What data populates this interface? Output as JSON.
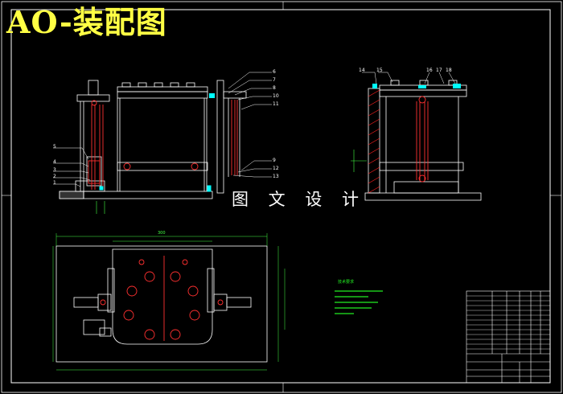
{
  "drawing": {
    "title": "AO-装配图",
    "watermark": "图 文 设 计"
  },
  "colors": {
    "background": "#000000",
    "frame": "#ffffff",
    "title": "#ffff44",
    "outline": "#ffffff",
    "part_red": "#ff3030",
    "dimension": "#44ff44",
    "hatch": "#ff2020",
    "annotation_cyan": "#00ffff"
  },
  "front_view": {
    "balloons_left": [
      "5",
      "4",
      "3",
      "2",
      "1"
    ],
    "balloons_right": [
      "6",
      "7",
      "8",
      "10",
      "11",
      "9",
      "12",
      "13"
    ]
  },
  "side_view": {
    "balloons_top": [
      "14",
      "15",
      "16",
      "17",
      "18"
    ]
  },
  "plan_view": {
    "overall_width": "300"
  },
  "technical_notes": {
    "heading": "技术要求"
  }
}
